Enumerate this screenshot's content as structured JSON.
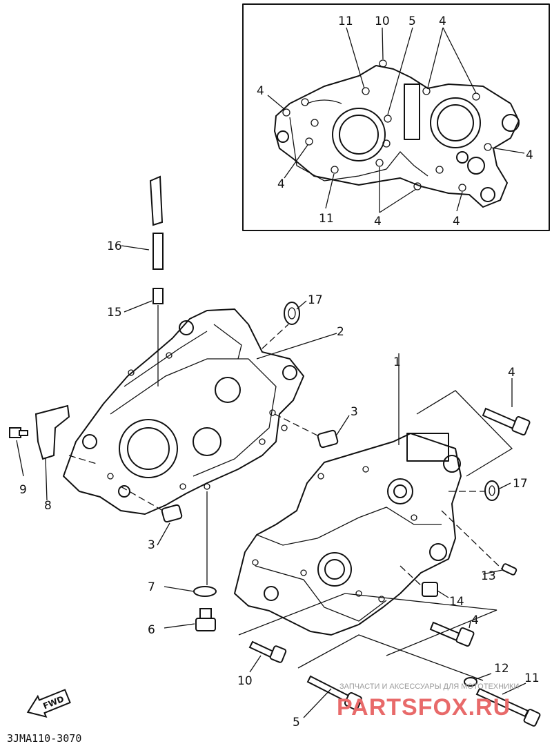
{
  "inset": {
    "labels": {
      "l11_top": "11",
      "l10": "10",
      "l5": "5",
      "l4_top": "4",
      "l4_left_a": "4",
      "l4_left_b": "4",
      "l4_right": "4",
      "l11_bottom": "11",
      "l4_bottom_mid": "4",
      "l4_bottom_right": "4"
    }
  },
  "parts": {
    "p1": "1",
    "p2": "2",
    "p3a": "3",
    "p3b": "3",
    "p4a": "4",
    "p4b": "4",
    "p5": "5",
    "p6": "6",
    "p7": "7",
    "p8": "8",
    "p9": "9",
    "p10": "10",
    "p11": "11",
    "p12": "12",
    "p13": "13",
    "p14": "14",
    "p15": "15",
    "p16": "16",
    "p17a": "17",
    "p17b": "17"
  },
  "fwd_badge": "FWD",
  "diagram_code": "3JMA110-3070",
  "watermark": {
    "line1": "ЗАПЧАСТИ И АКСЕССУАРЫ ДЛЯ МОТОТЕХНИКИ",
    "line2": "PARTSFOX.RU"
  }
}
